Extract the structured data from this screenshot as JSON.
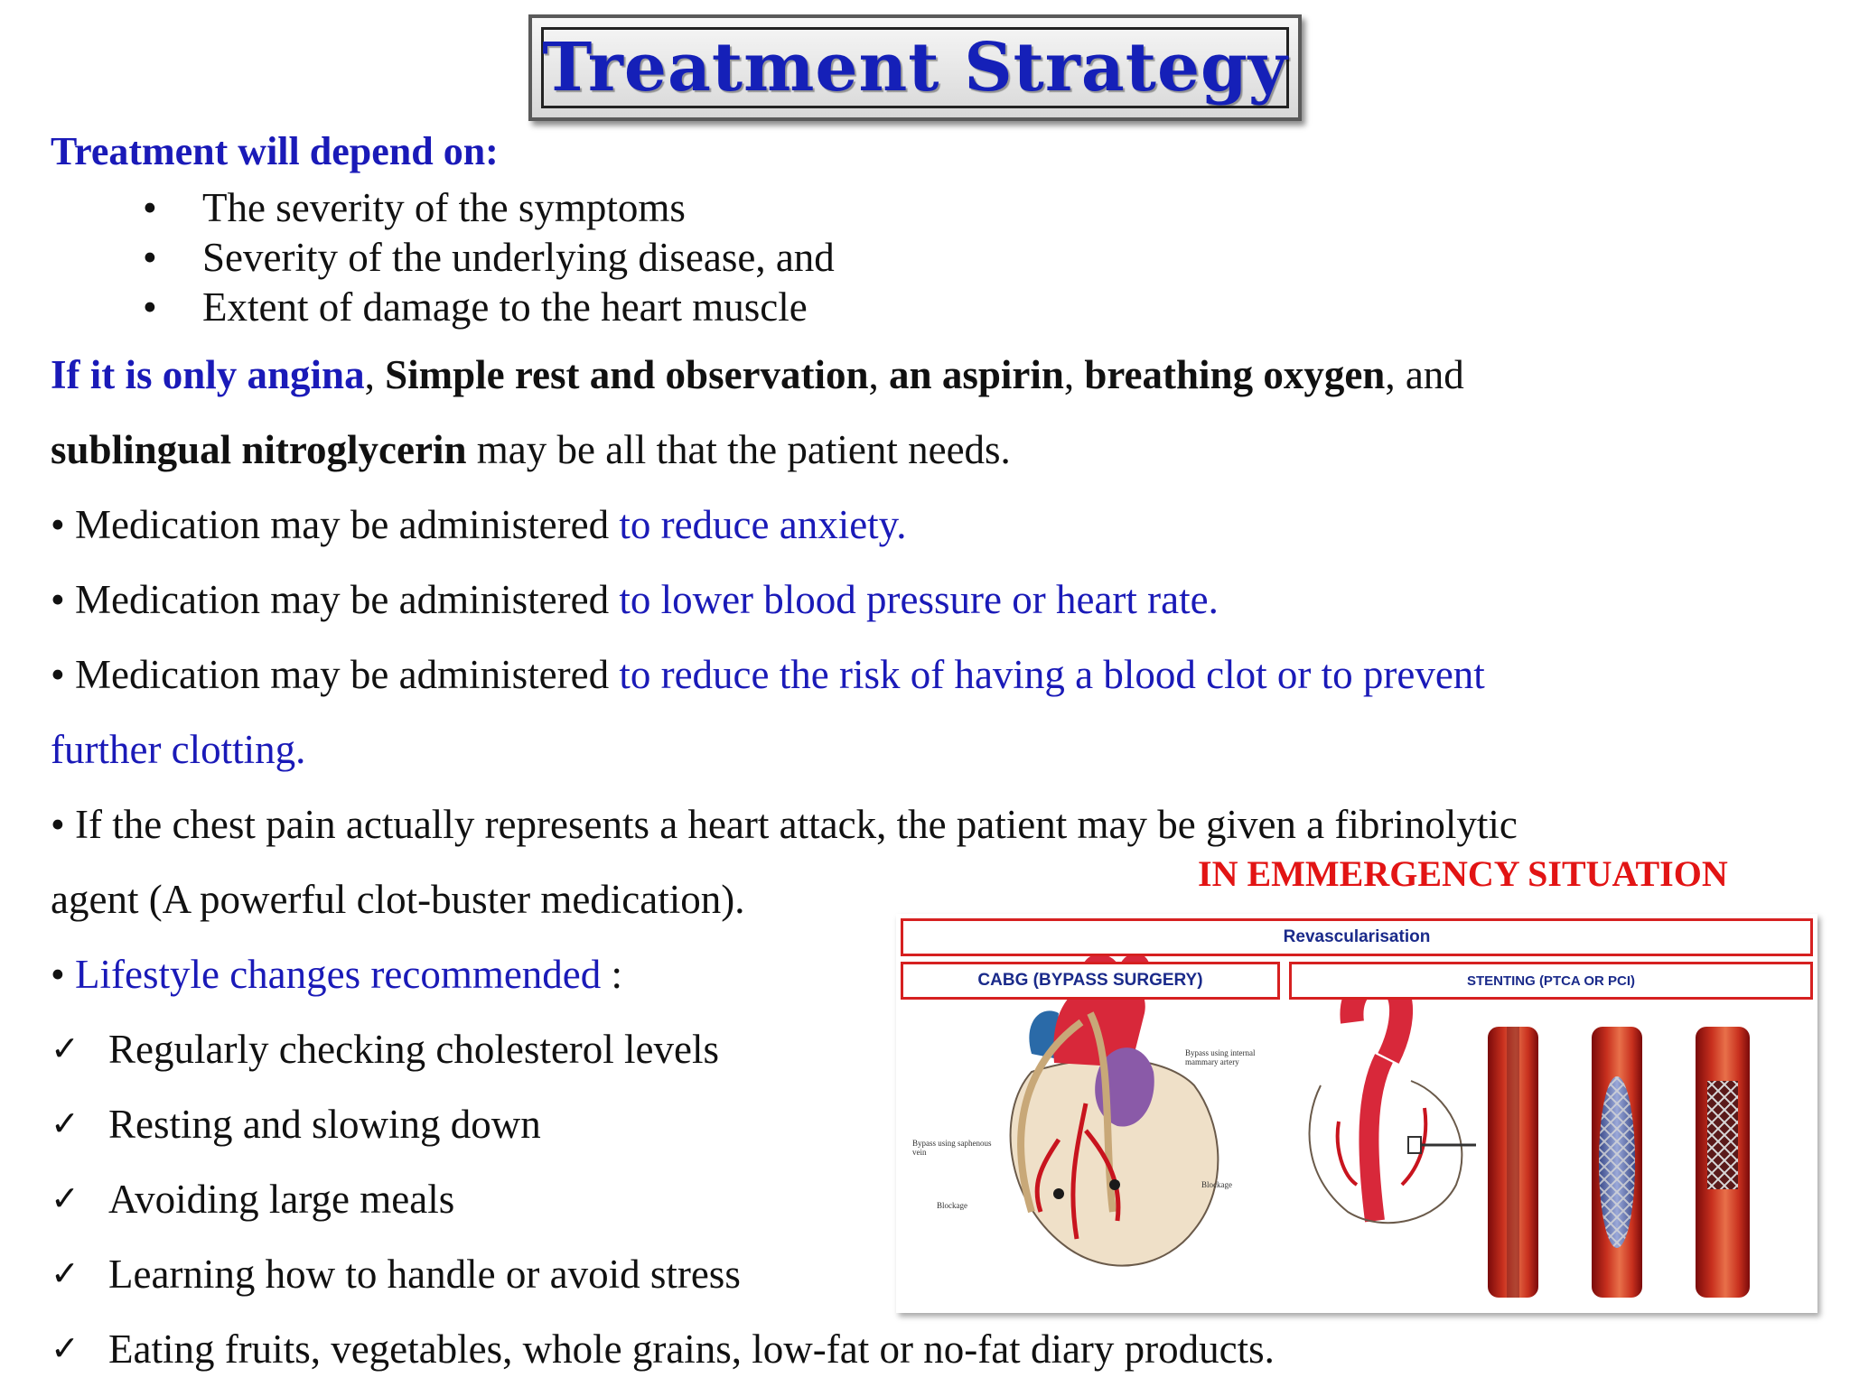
{
  "title": "Treatment Strategy",
  "depend_heading": "Treatment will depend on:",
  "depend_items": [
    "The severity of the symptoms",
    "Severity of the underlying disease, and",
    "Extent of damage to the heart muscle"
  ],
  "bullet_char": "•",
  "check_char": "✓",
  "angina": {
    "lead": "If it is only angina",
    "sep1": ", ",
    "rest": "Simple rest and observation",
    "sep2": ", ",
    "aspirin": "an aspirin",
    "sep3": ", ",
    "oxygen": "breathing oxygen",
    "sep4": ", and",
    "nitro": "sublingual nitroglycerin",
    "tail": " may be all that the patient needs."
  },
  "medications": [
    {
      "prefix": "• Medication may be administered ",
      "purpose": "to reduce anxiety."
    },
    {
      "prefix": "• Medication may be administered ",
      "purpose": "to lower blood pressure or heart rate."
    },
    {
      "prefix": "• Medication may be administered ",
      "purpose": "to reduce the risk of having a blood clot or to prevent",
      "purpose_cont": "further clotting."
    }
  ],
  "heart_attack": {
    "line1": "• If the chest pain actually represents a heart attack, the patient may be given a fibrinolytic",
    "line2": "agent (A powerful clot-buster medication)."
  },
  "lifestyle": {
    "bullet": "• ",
    "label": "Lifestyle changes recommended",
    "colon": " :"
  },
  "lifestyle_items": [
    "Regularly checking cholesterol levels",
    "Resting and slowing down",
    "Avoiding large meals",
    "Learning how to handle or avoid stress",
    "Eating fruits, vegetables, whole grains, low-fat or no-fat diary products."
  ],
  "emergency_label": "IN EMMERGENCY SITUATION",
  "figure": {
    "header": "Revascularisation",
    "left_title": "CABG (BYPASS SURGERY)",
    "right_title": "STENTING (PTCA OR PCI)",
    "labels": {
      "mammary": "Bypass using internal mammary artery",
      "saphenous": "Bypass using saphenous vein",
      "blockage_left": "Blockage",
      "blockage_right": "Blockage"
    }
  },
  "colors": {
    "title_blue": "#1520b8",
    "accent_blue": "#1a1ab8",
    "emergency_red": "#e21414",
    "figure_border": "#d62020",
    "artery_red": "#c8141e"
  }
}
